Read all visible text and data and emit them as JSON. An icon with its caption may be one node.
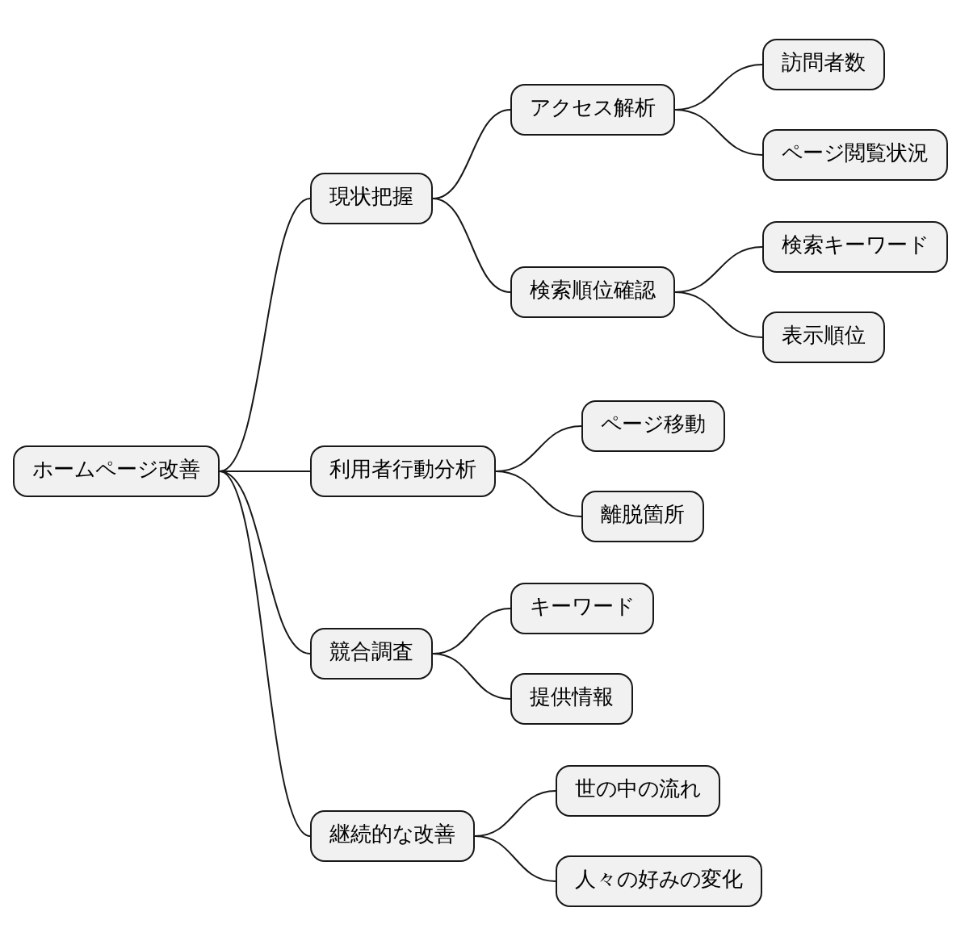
{
  "diagram": {
    "nodes": [
      {
        "text": [
          "ホームページ改善"
        ]
      },
      {
        "text": [
          "現状把握"
        ]
      },
      {
        "text": [
          "アクセス解析"
        ]
      },
      {
        "text": [
          "訪問者数"
        ]
      },
      {
        "text": [
          "ページ閲覧状況"
        ]
      },
      {
        "text": [
          "検索順位確認"
        ]
      },
      {
        "text": [
          "検索キーワード"
        ]
      },
      {
        "text": [
          "表示順位"
        ]
      },
      {
        "text": [
          "利用者行動分析"
        ]
      },
      {
        "text": [
          "ページ移動"
        ]
      },
      {
        "text": [
          "離脱箇所"
        ]
      },
      {
        "text": [
          "競合調査"
        ]
      },
      {
        "text": [
          "キーワード"
        ]
      },
      {
        "text": [
          "提供情報"
        ]
      },
      {
        "text": [
          "継続的な改善"
        ]
      },
      {
        "text": [
          "世の中の流れ"
        ]
      },
      {
        "text": [
          "人々の好みの変化"
        ]
      }
    ],
    "edges": [
      {
        "from": 0,
        "to": 1,
        "arrow": "none"
      },
      {
        "from": 1,
        "to": 2,
        "arrow": "none"
      },
      {
        "from": 2,
        "to": 3,
        "arrow": "none"
      },
      {
        "from": 2,
        "to": 4,
        "arrow": "none"
      },
      {
        "from": 1,
        "to": 5,
        "arrow": "none"
      },
      {
        "from": 5,
        "to": 6,
        "arrow": "none"
      },
      {
        "from": 5,
        "to": 7,
        "arrow": "none"
      },
      {
        "from": 0,
        "to": 8,
        "arrow": "none"
      },
      {
        "from": 8,
        "to": 9,
        "arrow": "none"
      },
      {
        "from": 8,
        "to": 10,
        "arrow": "none"
      },
      {
        "from": 0,
        "to": 11,
        "arrow": "none"
      },
      {
        "from": 11,
        "to": 12,
        "arrow": "none"
      },
      {
        "from": 11,
        "to": 13,
        "arrow": "none"
      },
      {
        "from": 0,
        "to": 14,
        "arrow": "none"
      },
      {
        "from": 14,
        "to": 15,
        "arrow": "none"
      },
      {
        "from": 14,
        "to": 16,
        "arrow": "none"
      }
    ]
  }
}
